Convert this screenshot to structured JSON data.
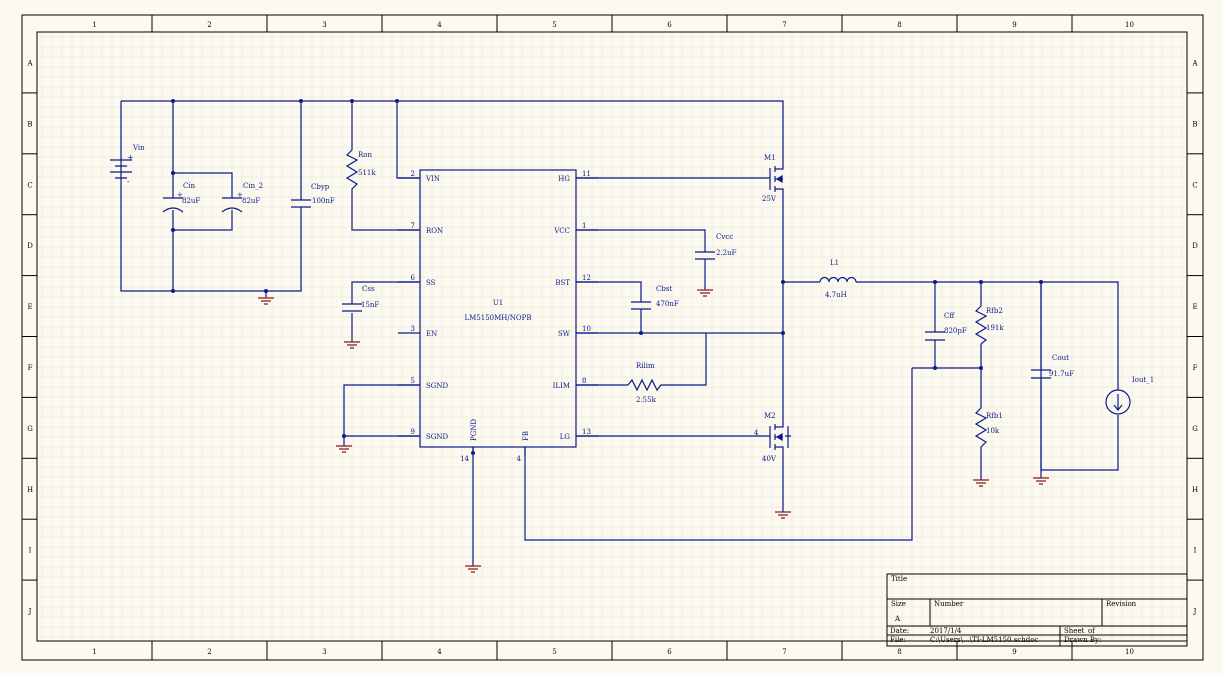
{
  "colors": {
    "paper": "#fcfaf0",
    "grid": "#e6e2d0",
    "frame": "#000000",
    "wire": "#0b1a8a",
    "component": "#0b1a8a",
    "pin": "#0b1a8a",
    "ground": "#8b1a1a",
    "label": "#0b1a8a"
  },
  "border": {
    "columns": [
      "1",
      "2",
      "3",
      "4",
      "5",
      "6",
      "7",
      "8",
      "9",
      "10"
    ],
    "rows": [
      "A",
      "B",
      "C",
      "D",
      "E",
      "F",
      "G",
      "H",
      "I",
      "J"
    ]
  },
  "ic": {
    "designator": "U1",
    "part": "LM5150MH/NOPB",
    "pins_left": [
      {
        "num": "2",
        "name": "VIN"
      },
      {
        "num": "7",
        "name": "RON"
      },
      {
        "num": "6",
        "name": "SS"
      },
      {
        "num": "3",
        "name": "EN"
      },
      {
        "num": "5",
        "name": "SGND"
      },
      {
        "num": "9",
        "name": "SGND"
      }
    ],
    "pins_right": [
      {
        "num": "11",
        "name": "HG"
      },
      {
        "num": "1",
        "name": "VCC"
      },
      {
        "num": "12",
        "name": "BST"
      },
      {
        "num": "10",
        "name": "SW"
      },
      {
        "num": "8",
        "name": "ILIM"
      },
      {
        "num": "13",
        "name": "LG"
      }
    ],
    "pins_bottom": [
      {
        "num": "14",
        "name": "PGND"
      },
      {
        "num": "4",
        "name": "FB"
      }
    ]
  },
  "components": {
    "vin": {
      "ref": "Vin",
      "plus": "+",
      "minus": "-"
    },
    "cin": {
      "ref": "Cin",
      "value": "82uF",
      "pol": "+"
    },
    "cin2": {
      "ref": "Cin_2",
      "value": "82uF",
      "pol": "+"
    },
    "cbyp": {
      "ref": "Cbyp",
      "value": "100nF"
    },
    "ron": {
      "ref": "Ron",
      "value": "511k"
    },
    "css": {
      "ref": "Css",
      "value": "15nF"
    },
    "cvcc": {
      "ref": "Cvcc",
      "value": "2.2uF"
    },
    "cbst": {
      "ref": "Cbst",
      "value": "470nF"
    },
    "rilim": {
      "ref": "Rilim",
      "value": "2.55k"
    },
    "m1": {
      "ref": "M1",
      "value": "25V"
    },
    "m2": {
      "ref": "M2",
      "value": "40V",
      "pin": "4"
    },
    "l1": {
      "ref": "L1",
      "value": "4.7uH"
    },
    "cff": {
      "ref": "Cff",
      "value": "820pF"
    },
    "rfb2": {
      "ref": "Rfb2",
      "value": "191k"
    },
    "rfb1": {
      "ref": "Rfb1",
      "value": "10k"
    },
    "cout": {
      "ref": "Cout",
      "value": "91.7uF"
    },
    "iout": {
      "ref": "Iout_1"
    }
  },
  "title_block": {
    "title_label": "Title",
    "size_label": "Size",
    "size_value": "A",
    "number_label": "Number",
    "revision_label": "Revision",
    "date_label": "Date:",
    "date_value": "2017/1/4",
    "file_label": "File:",
    "file_value": "C:\\Users\\...\\TI-LM5150.schdoc",
    "sheet_label": "Sheet",
    "of_label": "of",
    "drawn_label": "Drawn By:"
  }
}
